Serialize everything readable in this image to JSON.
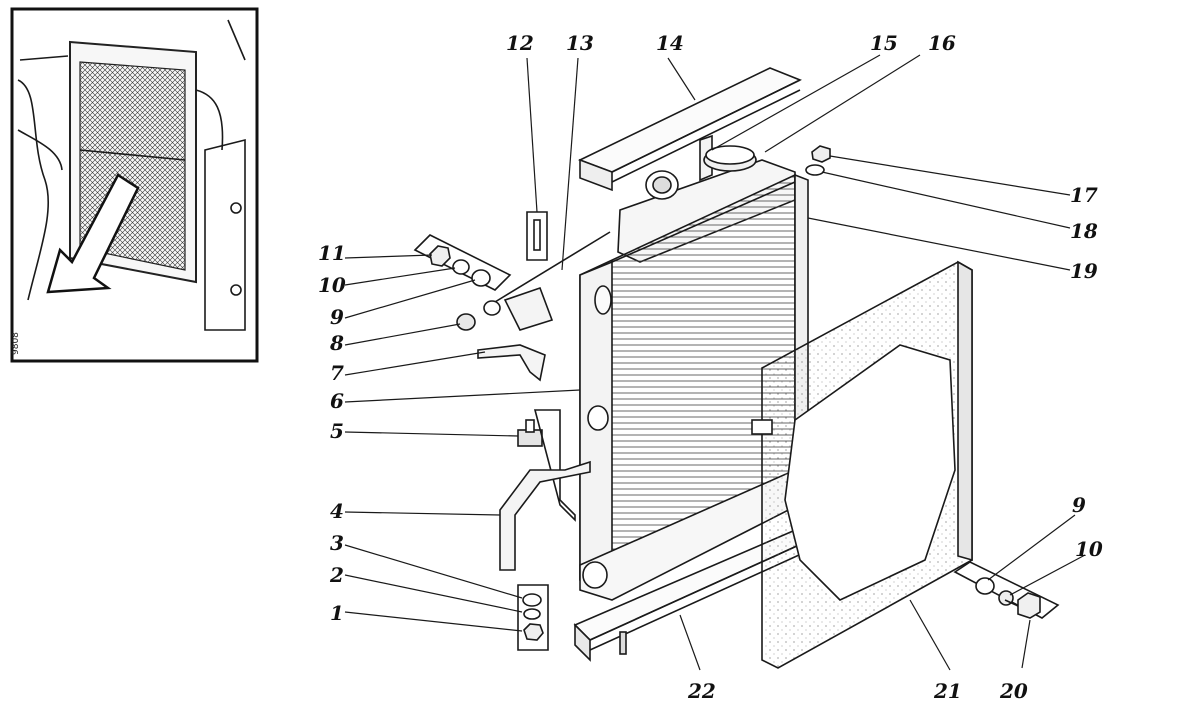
{
  "inset": {
    "corner_code": "9808"
  },
  "callouts": {
    "c1": "1",
    "c2": "2",
    "c3": "3",
    "c4": "4",
    "c5": "5",
    "c6": "6",
    "c7": "7",
    "c8": "8",
    "c9a": "9",
    "c10a": "10",
    "c11": "11",
    "c12": "12",
    "c13": "13",
    "c14": "14",
    "c15": "15",
    "c16": "16",
    "c17": "17",
    "c18": "18",
    "c19": "19",
    "c9b": "9",
    "c10b": "10",
    "c20": "20",
    "c21": "21",
    "c22": "22"
  },
  "colors": {
    "ink": "#1a1a1a",
    "paper": "#ffffff",
    "shade": "#f2f2f2"
  }
}
